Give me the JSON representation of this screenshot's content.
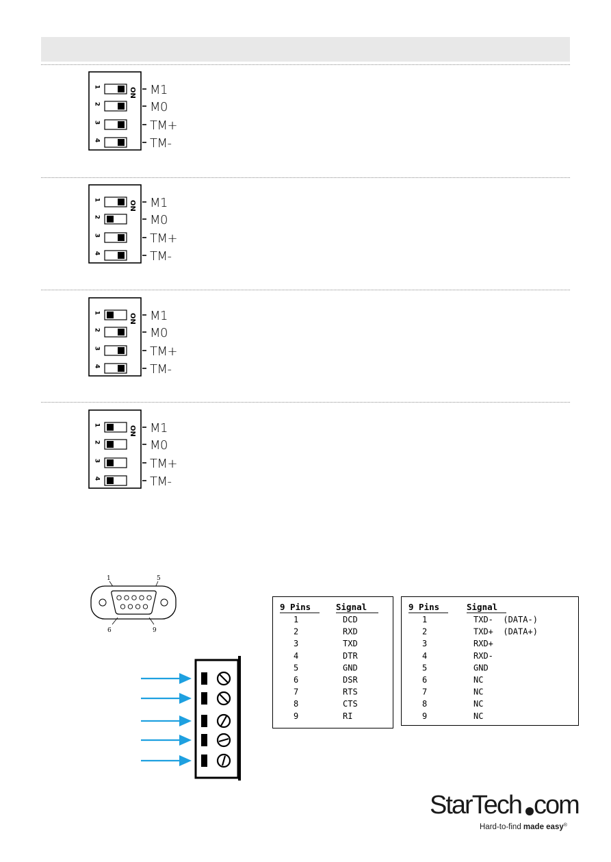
{
  "dip_switch": {
    "on_label": "ON",
    "switch_numbers": [
      "1",
      "2",
      "3",
      "4"
    ],
    "signal_labels": [
      "M1",
      "M0",
      "TM+",
      "TM-"
    ],
    "configs": [
      {
        "knobs": [
          "right",
          "right",
          "right",
          "right"
        ]
      },
      {
        "knobs": [
          "right",
          "left",
          "right",
          "right"
        ]
      },
      {
        "knobs": [
          "left",
          "right",
          "right",
          "right"
        ]
      },
      {
        "knobs": [
          "left",
          "left",
          "left",
          "left"
        ]
      }
    ]
  },
  "db9": {
    "pin_labels": {
      "top_left": "1",
      "top_right": "5",
      "bottom_left": "6",
      "bottom_right": "9"
    }
  },
  "pin_table_rs232": {
    "headers": [
      "9 Pins",
      "Signal"
    ],
    "rows": [
      [
        "1",
        "DCD"
      ],
      [
        "2",
        "RXD"
      ],
      [
        "3",
        "TXD"
      ],
      [
        "4",
        "DTR"
      ],
      [
        "5",
        "GND"
      ],
      [
        "6",
        "DSR"
      ],
      [
        "7",
        "RTS"
      ],
      [
        "8",
        "CTS"
      ],
      [
        "9",
        "RI"
      ]
    ]
  },
  "pin_table_rs422": {
    "headers": [
      "9 Pins",
      "Signal"
    ],
    "rows": [
      [
        "1",
        "TXD-  (DATA-)"
      ],
      [
        "2",
        "TXD+  (DATA+)"
      ],
      [
        "3",
        "RXD+"
      ],
      [
        "4",
        "RXD-"
      ],
      [
        "5",
        "GND"
      ],
      [
        "6",
        "NC"
      ],
      [
        "7",
        "NC"
      ],
      [
        "8",
        "NC"
      ],
      [
        "9",
        "NC"
      ]
    ]
  },
  "terminal_block": {
    "arrow_color": "#1ea0e0",
    "terminals": 5
  },
  "logo": {
    "brand_start": "StarTech",
    "brand_end": "com",
    "tagline_start": "Hard-to-find ",
    "tagline_bold": "made easy",
    "registered": "®"
  }
}
